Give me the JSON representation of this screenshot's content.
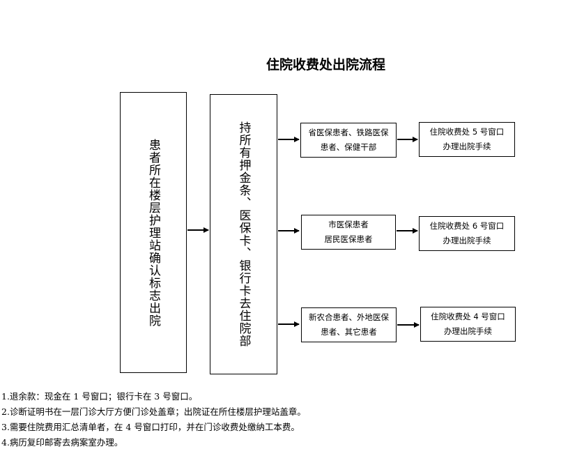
{
  "title": "住院收费处出院流程",
  "step1": "患者所在楼层护理站确认标志出院",
  "step2": "持所有押金条、医保卡、银行卡去住院部",
  "branches": [
    {
      "category": [
        "省医保患者、铁路医保",
        "患者、保健干部"
      ],
      "action": [
        "住院收费处 5 号窗口",
        "办理出院手续"
      ]
    },
    {
      "category": [
        "市医保患者",
        "居民医保患者"
      ],
      "action": [
        "住院收费处 6 号窗口",
        "办理出院手续"
      ]
    },
    {
      "category": [
        "新农合患者、外地医保",
        "患者、其它患者"
      ],
      "action": [
        "住院收费处 4 号窗口",
        "办理出院手续"
      ]
    }
  ],
  "notes": [
    "1.退余款：现金在 1 号窗口；银行卡在 3 号窗口。",
    "2.诊断证明书在一层门诊大厅方便门诊处盖章；出院证在所住楼层护理站盖章。",
    "3.需要住院费用汇总清单者，在 4 号窗口打印，并在门诊收费处缴纳工本费。",
    "4.病历复印邮寄去病案室办理。"
  ]
}
